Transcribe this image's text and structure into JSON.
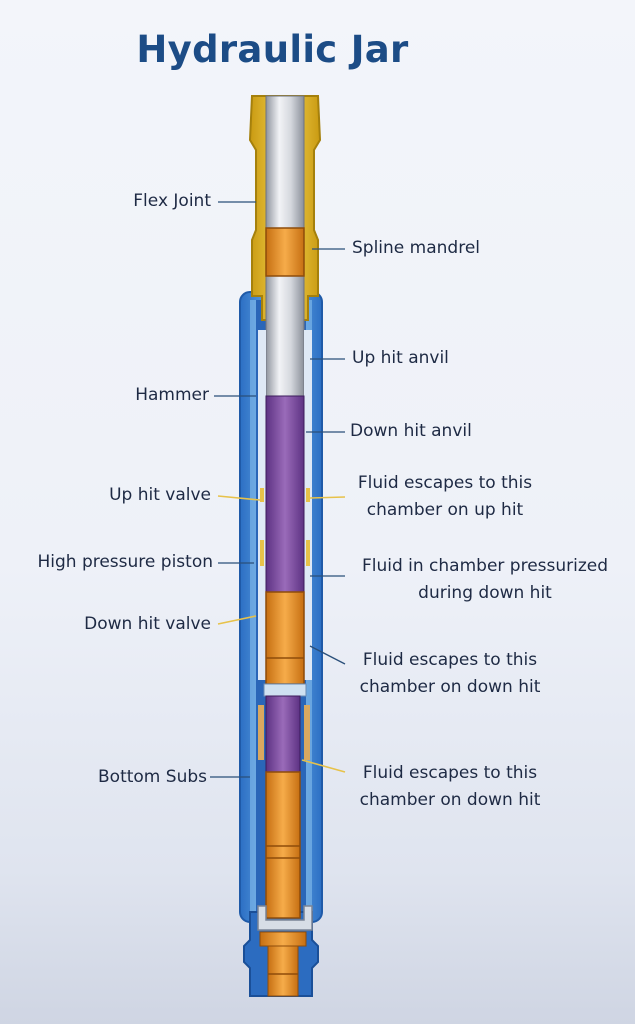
{
  "title": "Hydraulic Jar",
  "labels_left": [
    {
      "id": "flex-joint",
      "text": "Flex Joint"
    },
    {
      "id": "hammer",
      "text": "Hammer"
    },
    {
      "id": "up-hit-valve",
      "text": "Up hit valve"
    },
    {
      "id": "high-pressure-piston",
      "text": "High pressure piston"
    },
    {
      "id": "down-hit-valve",
      "text": "Down hit valve"
    },
    {
      "id": "bottom-subs",
      "text": "Bottom Subs"
    }
  ],
  "labels_right": [
    {
      "id": "spline-mandrel",
      "lines": [
        "Spline mandrel"
      ]
    },
    {
      "id": "up-hit-anvil",
      "lines": [
        "Up hit anvil"
      ]
    },
    {
      "id": "down-hit-anvil",
      "lines": [
        "Down hit anvil"
      ]
    },
    {
      "id": "fluid-escapes-up-hit",
      "lines": [
        "Fluid escapes to this",
        "chamber on up hit"
      ]
    },
    {
      "id": "fluid-pressurized-down-hit",
      "lines": [
        "Fluid in chamber pressurized",
        "during down hit"
      ]
    },
    {
      "id": "fluid-escapes-down-hit-1",
      "lines": [
        "Fluid escapes to this",
        "chamber on down hit"
      ]
    },
    {
      "id": "fluid-escapes-down-hit-2",
      "lines": [
        "Fluid escapes to this",
        "chamber on down hit"
      ]
    }
  ],
  "colors": {
    "title": "#1c4c86",
    "housing_blue": "#3f86d6",
    "housing_light": "#8fc3ef",
    "flex_yellow": "#e9c63a",
    "mandrel_silver": "#c9ccd4",
    "piston_purple": "#7a4a9c",
    "orange": "#e8952e",
    "leader_dark": "#2a4f7a",
    "leader_yellow": "#e7c24a"
  }
}
